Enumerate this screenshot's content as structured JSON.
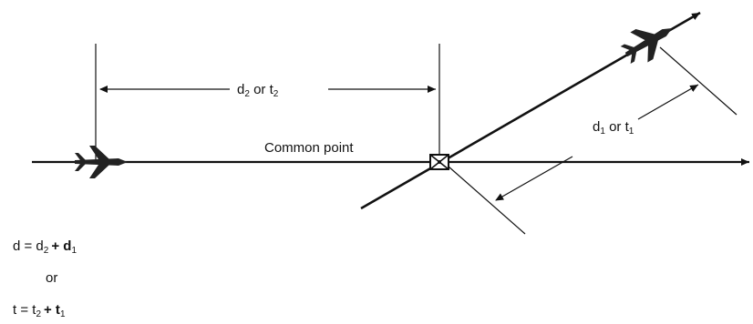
{
  "labels": {
    "common_point": "Common point",
    "d2_t2": {
      "d": "d",
      "d_sub": "2",
      "mid": " or t",
      "t_sub": "2"
    },
    "d1_t1": {
      "d": "d",
      "d_sub": "1",
      "mid": " or t",
      "t_sub": "1"
    }
  },
  "formula": {
    "line1": {
      "lhs": "d = d",
      "a_sub": "2",
      "plus": "+ d",
      "b_sub": "1"
    },
    "or": "or",
    "line2": {
      "lhs": "t = t",
      "a_sub": "2",
      "plus": "+ t",
      "b_sub": "1"
    }
  }
}
